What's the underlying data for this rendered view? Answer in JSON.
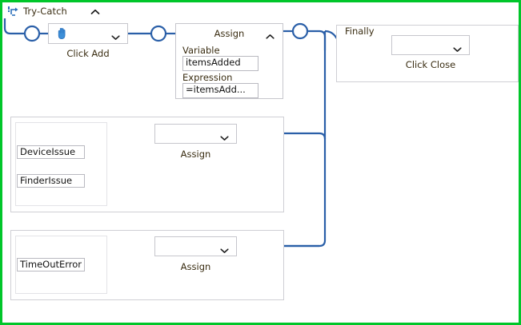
{
  "frame": {
    "accent_border_color": "#00c62a",
    "wire_color": "#2a5fa8",
    "title": "Try-Catch",
    "icon": "try-catch-icon",
    "collapse_icon": "chevron-up-icon"
  },
  "try_branch": {
    "click_add": {
      "icon": "hand-click-icon",
      "caret": "chevron-down-icon",
      "label": "Click Add"
    },
    "assign": {
      "title": "Assign",
      "collapse_icon": "chevron-up-icon",
      "variable_label": "Variable",
      "variable_value": "itemsAdded",
      "expression_label": "Expression",
      "expression_value": "=itemsAdd..."
    }
  },
  "finally_branch": {
    "label": "Finally",
    "click_close": {
      "caret": "chevron-down-icon",
      "label": "Click Close",
      "value": ""
    }
  },
  "catch_branches": [
    {
      "errors": [
        "DeviceIssue",
        "FinderIssue"
      ],
      "activity": {
        "caret": "chevron-down-icon",
        "label": "Assign",
        "value": ""
      }
    },
    {
      "errors": [
        "TimeOutError"
      ],
      "activity": {
        "caret": "chevron-down-icon",
        "label": "Assign",
        "value": ""
      }
    }
  ]
}
